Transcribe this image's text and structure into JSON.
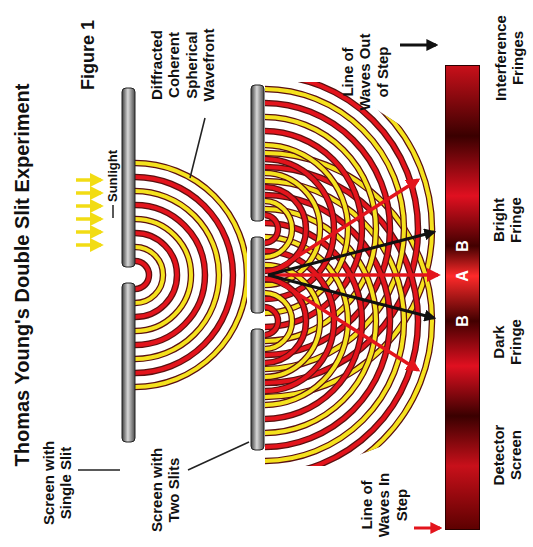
{
  "diagram": {
    "title": "Thomas Young's Double Slit Experiment",
    "nodes": [
      {
        "text": [
          "B",
          "A",
          "B"
        ]
      }
    ],
    "labels": [
      "Figure 1",
      "Sunlight",
      "Screen with Single Slit",
      "Diffracted Coherent Spherical Wavefront",
      "Screen with Two Slits",
      "Line of Waves Out of Step",
      "Line of Waves In Step",
      "Interference Fringes",
      "Bright Fringe",
      "Dark Fringe",
      "Detector Screen"
    ]
  }
}
